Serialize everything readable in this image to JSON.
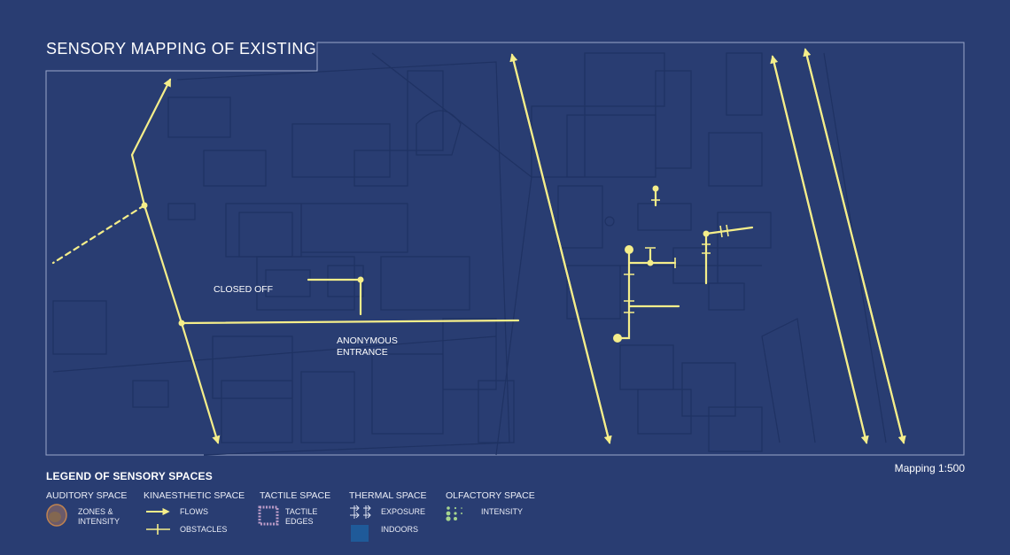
{
  "header": {
    "title": "SENSORY MAPPING OF EXISTING"
  },
  "scale": {
    "label": "Mapping 1:500"
  },
  "map": {
    "labels": {
      "closed_off": "CLOSED OFF",
      "anonymous_entrance": "ANONYMOUS\nENTRANCE"
    }
  },
  "legend": {
    "title": "LEGEND OF SENSORY SPACES",
    "auditory": {
      "heading": "AUDITORY SPACE",
      "item": "ZONES &\nINTENSITY"
    },
    "kinaesthetic": {
      "heading": "KINAESTHETIC SPACE",
      "flows": "FLOWS",
      "obstacles": "OBSTACLES"
    },
    "tactile": {
      "heading": "TACTILE SPACE",
      "item": "TACTILE\nEDGES"
    },
    "thermal": {
      "heading": "THERMAL SPACE",
      "exposure": "EXPOSURE",
      "indoors": "INDOORS"
    },
    "olfactory": {
      "heading": "OLFACTORY SPACE",
      "intensity": "INTENSITY"
    }
  },
  "colors": {
    "background": "#293d72",
    "flow": "#f5ee8a",
    "frame": "#9aa7c9",
    "basemap": "#1f3263",
    "auditory": "#8a6a4a",
    "tactile": "#b99ac6",
    "indoors": "#1f5a99",
    "olfactory": "#a6d58e"
  }
}
